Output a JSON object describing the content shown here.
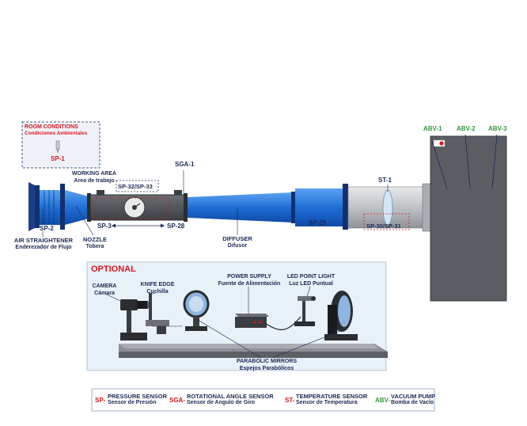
{
  "room": {
    "title": "ROOM CONDITIONS",
    "subtitle": "Condiciones Ambientales",
    "sensor": "SP-1"
  },
  "tunnel_labels": {
    "working_area": "WORKING AREA",
    "working_area_es": "Area de trabajo",
    "air_straightener": "AIR STRAIGHTENER",
    "air_straightener_es": "Enderezador de Flujo",
    "nozzle": "NOZZLE",
    "nozzle_es": "Tobera",
    "diffuser": "DIFFUSER",
    "diffuser_es": "Difusor"
  },
  "tags": {
    "sga1": "SGA-1",
    "sp32_33": "SP-32/SP-33",
    "sp2": "SP-2",
    "sp3": "SP-3",
    "sp28": "SP-28",
    "sp29": "SP-29",
    "st1": "ST-1",
    "sp30_31": "SP-30/SP-31",
    "abv1": "ABV-1",
    "abv2": "ABV-2",
    "abv3": "ABV-3"
  },
  "optional": {
    "title": "OPTIONAL",
    "camera": "CAMERA",
    "camera_es": "Cámara",
    "knife_edge": "KNIFE EDGE",
    "knife_edge_es": "Cuchilla",
    "power_supply": "POWER SUPPLY",
    "power_supply_es": "Fuente de Alimentación",
    "led": "LED POINT LIGHT",
    "led_es": "Luz LED Puntual",
    "mirrors": "PARABOLIC MIRRORS",
    "mirrors_es": "Espejos Parabólicos"
  },
  "legend": [
    {
      "code": "SP-",
      "name": "PRESSURE SENSOR",
      "name_es": "Sensor de Presión",
      "color": "#d71920"
    },
    {
      "code": "SGA-",
      "name": "ROTATIONAL ANGLE SENSOR",
      "name_es": "Sensor de Angulo de Giro",
      "color": "#d71920"
    },
    {
      "code": "ST-",
      "name": "TEMPERATURE SENSOR",
      "name_es": "Sensor de Temperatura",
      "color": "#d71920"
    },
    {
      "code": "ABV-",
      "name": "VACUUM PUMP",
      "name_es": "Bomba de Vacío",
      "color": "#2f9a3a"
    }
  ],
  "colors": {
    "tunnel_blue": "#1f6fd6",
    "navy": "#1c2a55",
    "sensor_red": "#d71920",
    "pump_green": "#2f9a3a",
    "tank_gray": "#5a5e63"
  }
}
